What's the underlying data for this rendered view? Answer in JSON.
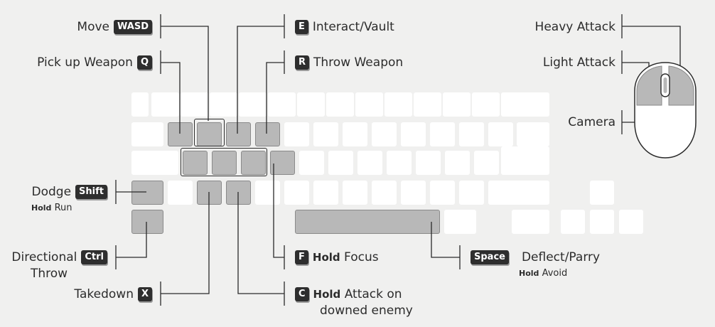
{
  "labels": {
    "move": {
      "text": "Move",
      "key": "WASD"
    },
    "pickup": {
      "text": "Pick up Weapon",
      "key": "Q"
    },
    "interact": {
      "key": "E",
      "text": "Interact/Vault"
    },
    "throw": {
      "key": "R",
      "text": "Throw Weapon"
    },
    "dodge": {
      "text": "Dodge",
      "key": "Shift",
      "hold": "Hold",
      "hold_text": "Run"
    },
    "dirthrow": {
      "line1": "Directional",
      "line2": "Throw",
      "key": "Ctrl"
    },
    "takedown": {
      "text": "Takedown",
      "key": "X"
    },
    "focus": {
      "key": "F",
      "hold": "Hold",
      "text": "Focus"
    },
    "attack": {
      "key": "C",
      "hold": "Hold",
      "line1": "Attack on",
      "line2": "downed enemy"
    },
    "deflect": {
      "key": "Space",
      "text": "Deflect/Parry",
      "hold": "Hold",
      "hold_text": "Avoid"
    },
    "heavy": {
      "text": "Heavy Attack"
    },
    "light": {
      "text": "Light Attack"
    },
    "camera": {
      "text": "Camera"
    }
  },
  "colors": {
    "background": "#f0f0ef",
    "key": "#ffffff",
    "highlighted_key": "#b8b8b8",
    "badge": "#2e2e2e",
    "line": "#2a2a2a"
  },
  "icons": [
    "keyboard-diagram",
    "mouse-diagram"
  ]
}
